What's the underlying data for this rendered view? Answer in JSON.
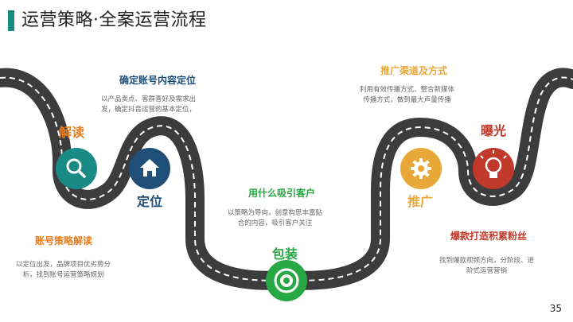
{
  "title": "运营策略·全案运营流程",
  "page_number": "35",
  "colors": {
    "teal": "#1a8a84",
    "navy": "#1f4e79",
    "green": "#28a745",
    "orange": "#e67e22",
    "gold": "#e8a838",
    "red": "#c0392b"
  },
  "stages": [
    {
      "label": "解读",
      "icon": "search-icon",
      "heading": "账号策略解读",
      "desc": [
        "以定位出发，品牌项目优劣势分",
        "析，找到账号运营策略规划"
      ]
    },
    {
      "label": "定位",
      "icon": "home-icon",
      "heading": "确定账号内容定位",
      "desc": [
        "以产品卖点、客群喜好及需求出",
        "发，确定抖音运营的基本定位，"
      ]
    },
    {
      "label": "包装",
      "icon": "target-icon",
      "heading": "用什么吸引客户",
      "desc": [
        "以策略为导向，创意构思丰富贴",
        "合的内容，吸引客户关注"
      ]
    },
    {
      "label": "推广",
      "icon": "gear-icon",
      "heading": "推广渠道及方式",
      "desc": [
        "利用有效传播方式、整合新媒体",
        "传播方式，做到最大声量传播"
      ]
    },
    {
      "label": "曝光",
      "icon": "lightbulb-icon",
      "heading": "爆款打造积累粉丝",
      "desc": [
        "找到爆款视频方向，分阶段、进",
        "阶式运营营销"
      ]
    }
  ]
}
